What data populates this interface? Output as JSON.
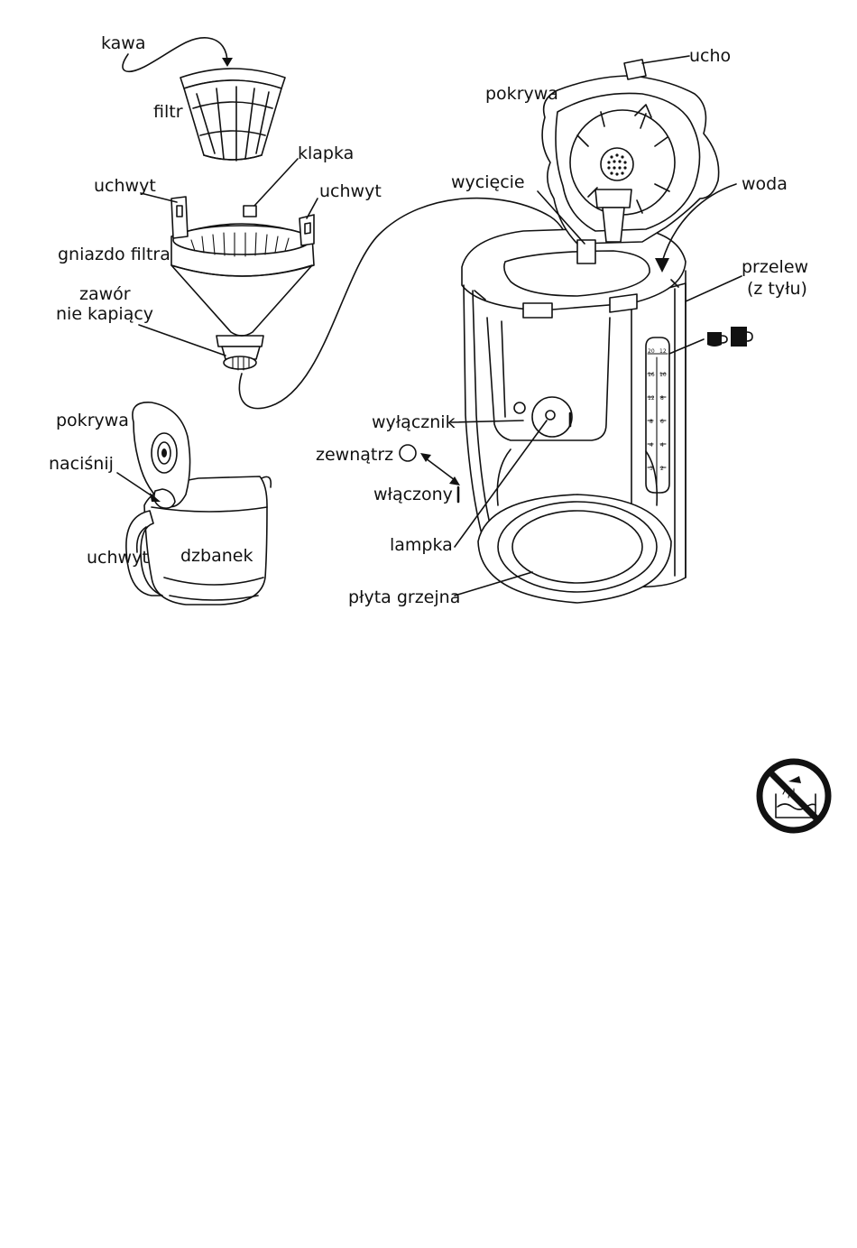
{
  "labels": {
    "kawa": "kawa",
    "filtr": "filtr",
    "klapka": "klapka",
    "uchwyt_left": "uchwyt",
    "uchwyt_right": "uchwyt",
    "gniazdo_filtra": "gniazdo filtra",
    "zawor_line1": "zawór",
    "zawor_line2": "nie kapiący",
    "pokrywa_jug": "pokrywa",
    "nacisnij": "naciśnij",
    "uchwyt_jug": "uchwyt",
    "dzbanek": "dzbanek",
    "ucho": "ucho",
    "pokrywa_top": "pokrywa",
    "wyciecie": "wycięcie",
    "woda": "woda",
    "przelew_line1": "przelew",
    "przelew_line2": "(z tyłu)",
    "wylacznik": "wyłącznik",
    "zewnatrz": "zewnątrz",
    "wlaczony": "włączony",
    "lampka": "lampka",
    "plyta_grzejna": "płyta grzejna"
  },
  "switch_marks": {
    "off": "O",
    "on": "I"
  },
  "water_scale": {
    "left": [
      "20",
      "16",
      "12",
      "8",
      "4",
      "3"
    ],
    "right": [
      "12",
      "10",
      "8",
      "6",
      "4",
      "2"
    ]
  },
  "icons": {
    "cup_icons": "cup-and-mug-icon",
    "warning": "no-immersion-warning-icon"
  },
  "colors": {
    "ink": "#111111",
    "paper": "#ffffff"
  }
}
